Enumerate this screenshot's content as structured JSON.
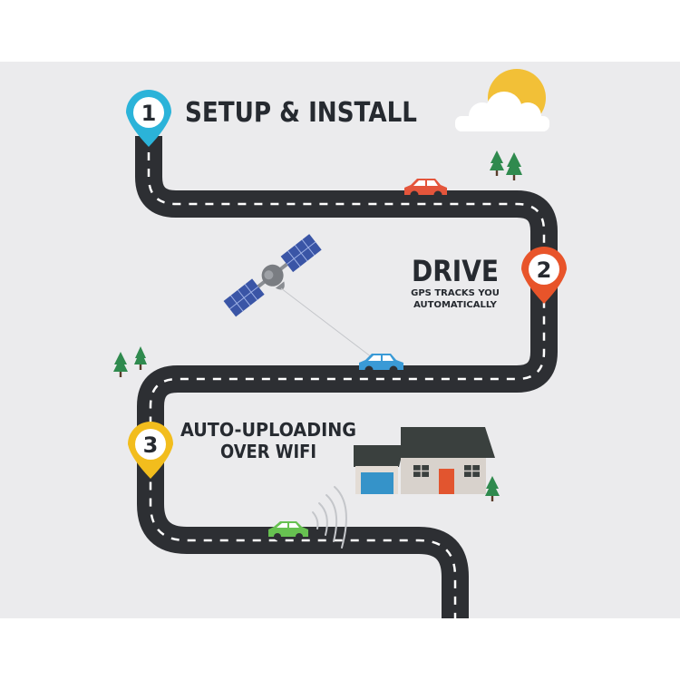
{
  "steps": [
    {
      "number": "1",
      "title": "SETUP & INSTALL",
      "color": "#2bb3d9"
    },
    {
      "number": "2",
      "title": "DRIVE",
      "subtitle_line1": "GPS TRACKS YOU",
      "subtitle_line2": "AUTOMATICALLY",
      "color": "#e8542a"
    },
    {
      "number": "3",
      "title_line1": "AUTO-UPLOADING",
      "title_line2": "OVER WIFI",
      "color": "#f2bd1d"
    }
  ],
  "colors": {
    "background": "#ebebed",
    "road": "#2d2f33",
    "road_dash": "#ffffff",
    "text": "#262a30",
    "sun": "#f2c037",
    "tree": "#2f8a4e",
    "car_red": "#e4553b",
    "car_blue": "#3a9ad6",
    "car_green": "#67c151",
    "house_wall": "#d8d2cc",
    "house_roof": "#3a403e",
    "garage_door": "#3593c9",
    "front_door": "#e2552f",
    "satellite_panel": "#3a55a6"
  },
  "icons": [
    "sun-icon",
    "cloud-icon",
    "satellite-icon",
    "house-icon",
    "wifi-signal-icon",
    "tree-icon",
    "car-icon",
    "map-pin-icon"
  ]
}
